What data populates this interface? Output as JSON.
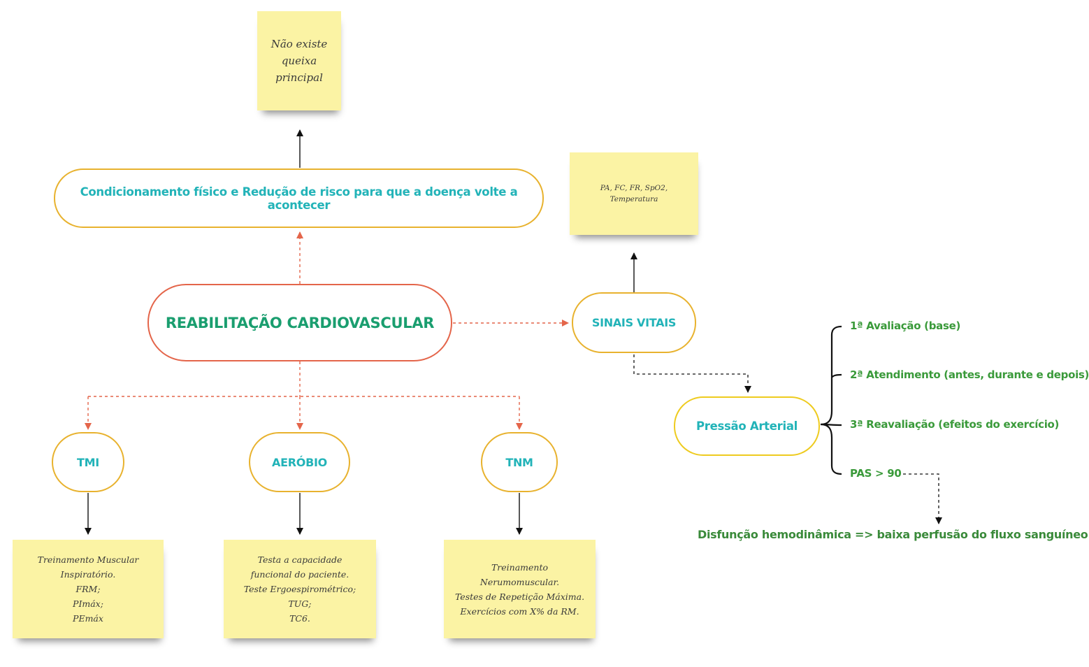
{
  "colors": {
    "teal_text": "#22b3b8",
    "central_text": "#1a9e6f",
    "green_text": "#3a9a3a",
    "node_border": "#e8b22e",
    "central_border": "#e4654a",
    "pressure_border": "#eecb1f",
    "dashed_red": "#e4654a",
    "sticky_fill": "#fbf3a4"
  },
  "central": {
    "label": "REABILITAÇÃO CARDIOVASCULAR"
  },
  "goal": {
    "label": "Condicionamento físico e Redução de risco para que a doença volte a acontecer"
  },
  "vitals": {
    "label": "SINAIS VITAIS"
  },
  "pressure": {
    "label": "Pressão Arterial"
  },
  "branches": [
    {
      "id": "tmi",
      "label": "TMI"
    },
    {
      "id": "aerobio",
      "label": "AERÓBIO"
    },
    {
      "id": "tnm",
      "label": "TNM"
    }
  ],
  "notes": {
    "complaint": "Não existe\nqueixa\nprincipal",
    "vitals": "PA, FC, FR, SpO2,\nTemperatura",
    "tmi": "Treinamento Muscular\nInspiratório.\nFRM;\nPImáx;\nPEmáx",
    "aerobio": "Testa a capacidade\nfuncional do paciente.\nTeste Ergoespirométrico;\nTUG;\nTC6.",
    "tnm": "Treinamento\nNerumomuscular.\nTestes de Repetição Máxima.\nExercícios com X% da RM."
  },
  "pressure_items": [
    "1ª Avaliação (base)",
    "2ª Atendimento (antes, durante e depois)",
    "3ª Reavaliação (efeitos do exercício)",
    "PAS > 90"
  ],
  "outcome": "Disfunção hemodinâmica => baixa perfusão do fluxo sanguíneo"
}
